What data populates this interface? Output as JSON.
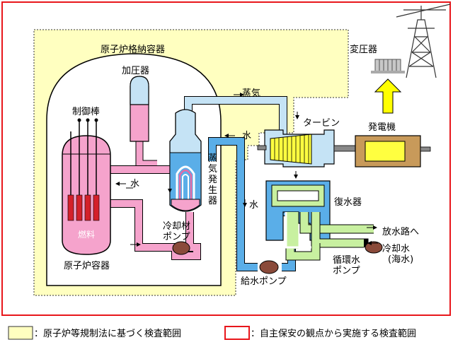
{
  "labels": {
    "containment_vessel": "原子炉格納容器",
    "pressurizer": "加圧器",
    "control_rod": "制御棒",
    "steam": "蒸気",
    "turbine": "タービン",
    "generator": "発電機",
    "transformer": "変圧器",
    "water_sg_inlet": "水",
    "water_primary": "水",
    "water_condenser_outlet": "水",
    "steam_generator": "蒸気発生器",
    "coolant_pump": "冷却材\nポンプ",
    "fuel": "燃料",
    "reactor_vessel": "原子炉容器",
    "condenser": "復水器",
    "discharge_channel": "放水路へ",
    "cooling_water": "冷却水\n(海水)",
    "circulating_pump": "循環水\nポンプ",
    "feedwater_pump": "給水ポンプ"
  },
  "legend": {
    "yellow_text": "：原子炉等規制法に基づく検査範囲",
    "red_text": "：自主保安の観点から実施する検査範囲"
  },
  "colors": {
    "yellow_fill": "#ffffc0",
    "red_border": "#e8161b",
    "pink": "#f5a3cc",
    "pink_dark": "#e46aa6",
    "blue": "#5aaee8",
    "light_blue": "#c5e3f5",
    "green": "#c8f0a0",
    "turbine_yellow": "#ffff40",
    "generator": "#c89a5a",
    "fuel_red": "#d4202a",
    "arrow_yellow": "#ffff00"
  }
}
